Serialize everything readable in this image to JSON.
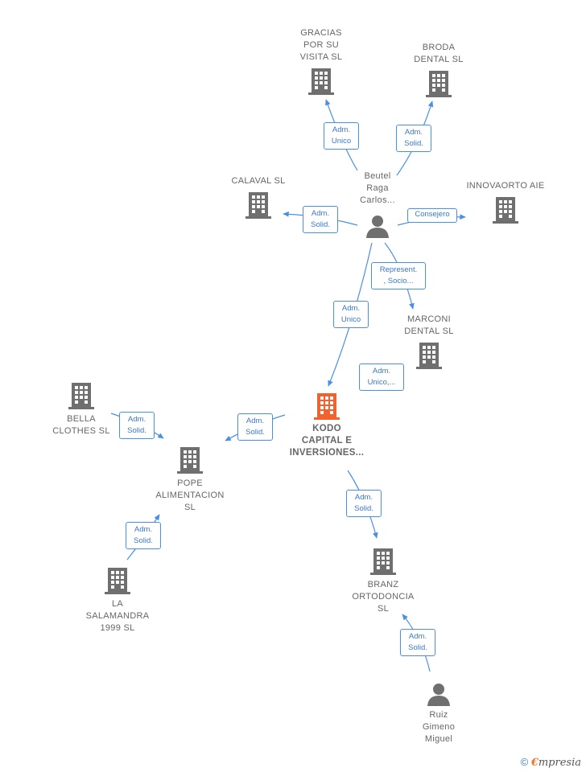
{
  "colors": {
    "edge": "#4a90e2",
    "building": "#6f6f6f",
    "building_main": "#f0622e",
    "person": "#6f6f6f"
  },
  "nodes": {
    "gracias": "GRACIAS\nPOR SU\nVISITA  SL",
    "broda": "BRODA\nDENTAL  SL",
    "calaval": "CALAVAL SL",
    "beutel": "Beutel\nRaga\nCarlos...",
    "innovaorto": "INNOVAORTO AIE",
    "marconi": "MARCONI\nDENTAL  SL",
    "kodo": "KODO\nCAPITAL E\nINVERSIONES...",
    "bella": "BELLA\nCLOTHES  SL",
    "pope": "POPE\nALIMENTACION\nSL",
    "lasalamandra": "LA\nSALAMANDRA\n1999 SL",
    "branz": "BRANZ\nORTODONCIA\nSL",
    "ruiz": "Ruiz\nGimeno\nMiguel"
  },
  "relations": {
    "r_gracias": "Adm.\nUnico",
    "r_broda": "Adm.\nSolid.",
    "r_calaval": "Adm.\nSolid.",
    "r_innovaorto": "Consejero",
    "r_marconi": "Represent.\n, Socio...",
    "r_kodo_beutel": "Adm.\nUnico",
    "r_kodo_extra": "Adm.\nUnico,...",
    "r_pope_kodo": "Adm.\nSolid.",
    "r_pope_bella": "Adm.\nSolid.",
    "r_pope_sala": "Adm.\nSolid.",
    "r_branz_kodo": "Adm.\nSolid.",
    "r_branz_ruiz": "Adm.\nSolid."
  },
  "footer": {
    "copyright": "©",
    "brand_first": "€",
    "brand_rest": "mpresia"
  }
}
